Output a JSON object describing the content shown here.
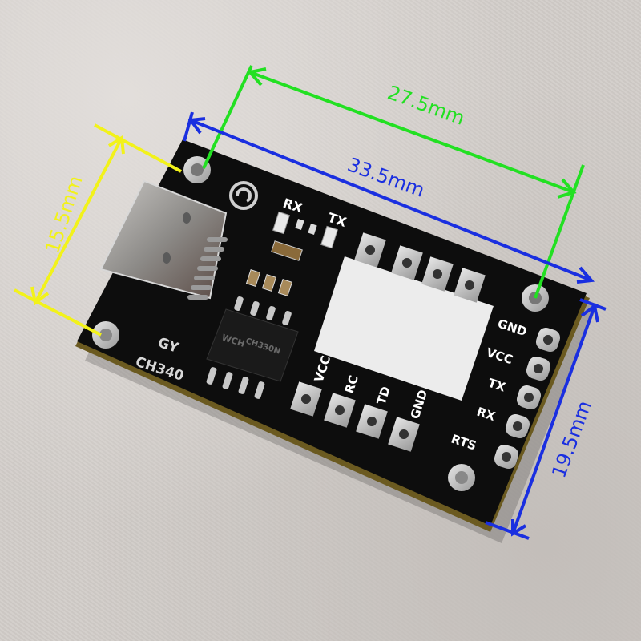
{
  "photo": {
    "subject": "USB-C CH340 USB-to-TTL serial adapter board",
    "board_color": "#0d0d0d",
    "background_color": "#d2cdc9"
  },
  "silkscreen": {
    "led_labels": [
      "RX",
      "TX"
    ],
    "brand": "GY",
    "model": "CH340",
    "chip_marking": "CH330N",
    "chip_logo": "WCH",
    "bottom_header_pins": [
      "VCC",
      "RC",
      "TD",
      "GND"
    ],
    "side_header_pins": [
      "GND",
      "VCC",
      "TX",
      "RX",
      "RTS"
    ]
  },
  "dimensions": {
    "mounting_hole_spacing": {
      "label": "27.5mm",
      "color": "#22e022"
    },
    "board_length": {
      "label": "33.5mm",
      "color": "#1a2fe0"
    },
    "connector_width": {
      "label": "15.5mm",
      "color": "#f2f21a"
    },
    "board_width": {
      "label": "19.5mm",
      "color": "#1a2fe0"
    }
  }
}
